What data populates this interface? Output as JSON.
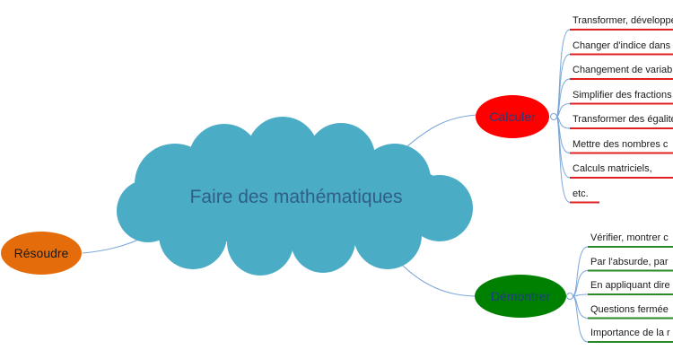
{
  "central": {
    "label": "Faire des mathématiques",
    "fill": "#4bacc6",
    "stroke": "#3a8ba3",
    "text_color": "#2e5f8a"
  },
  "topics": {
    "calculer": {
      "label": "Calculer",
      "fill": "#ff0000",
      "text_color": "#1f3f7f"
    },
    "resoudre": {
      "label": "Résoudre",
      "fill": "#e46c0a",
      "text_color": "#1a1a1a"
    },
    "demontrer": {
      "label": "Démontrer",
      "fill": "#008000",
      "text_color": "#1f3f7f"
    }
  },
  "calculer_items": [
    "Transformer, développer",
    "Changer d'indice dans",
    "Changement de variable",
    "Simplifier des fractions",
    "Transformer des égalités",
    "Mettre des nombres c",
    "Calculs matriciels,",
    "etc."
  ],
  "demontrer_items": [
    "Vérifier, montrer c",
    "Par l'absurde, par",
    "En appliquant dire",
    "Questions fermée",
    "Importance de la r"
  ],
  "colors": {
    "connector": "#7aa6d8",
    "calculer_underline": "#e02020",
    "demontrer_underline": "#2a8a2a"
  }
}
